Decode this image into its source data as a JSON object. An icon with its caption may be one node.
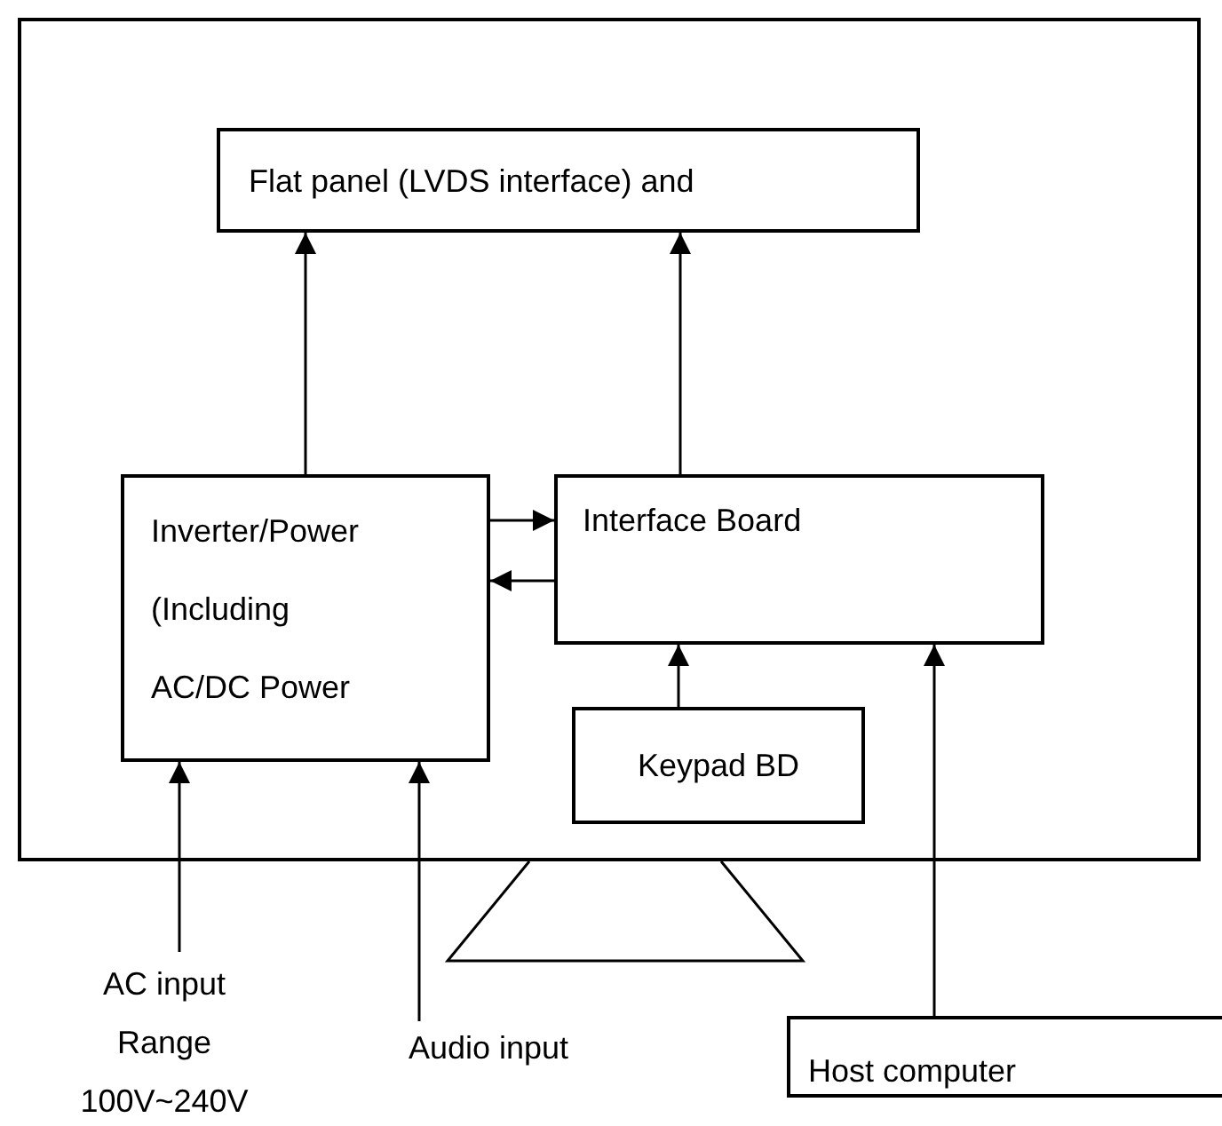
{
  "diagram": {
    "nodes": [
      {
        "text": [],
        "shape": "box"
      },
      {
        "text": [
          "Flat panel (LVDS interface) and"
        ],
        "in": 0
      },
      {
        "text": [
          "Inverter/Power (Including AC/DC Power"
        ],
        "in": 0
      },
      {
        "text": [
          "Interface Board"
        ],
        "in": 0
      },
      {
        "text": [
          "Keypad BD"
        ],
        "in": 0
      },
      {
        "text": [
          "AC input Range 100V~240V"
        ]
      },
      {
        "text": [
          "Audio input"
        ]
      },
      {
        "text": [
          "Host computer"
        ]
      }
    ],
    "edges": [
      {
        "from": 2,
        "to": 1,
        "arrow": "to"
      },
      {
        "from": 3,
        "to": 1,
        "arrow": "to"
      },
      {
        "from": 2,
        "to": 3,
        "arrow": "to"
      },
      {
        "from": 3,
        "to": 2,
        "arrow": "to"
      },
      {
        "from": 4,
        "to": 3,
        "arrow": "to"
      },
      {
        "from": 5,
        "to": 2,
        "arrow": "to"
      },
      {
        "from": 6,
        "to": 2,
        "arrow": "to"
      },
      {
        "from": 7,
        "to": 3,
        "arrow": "to"
      }
    ]
  }
}
